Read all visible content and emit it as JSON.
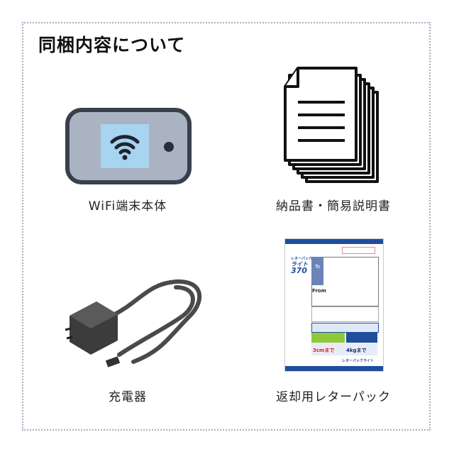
{
  "title": "同梱内容について",
  "items": [
    {
      "label": "WiFi端末本体",
      "icon": "wifi-device"
    },
    {
      "label": "納品書・簡易説明書",
      "icon": "documents"
    },
    {
      "label": "充電器",
      "icon": "charger"
    },
    {
      "label": "返却用レターパック",
      "icon": "letter-pack"
    }
  ],
  "letter_pack": {
    "brand": "レターパック",
    "name": "ライト",
    "price": "370",
    "to": "To",
    "from": "From",
    "thickness": "3cmまで",
    "weight": "4kgまで",
    "footer": "レターパックライト"
  },
  "colors": {
    "frame": "#a9adc0",
    "device_body": "#3a3f4c",
    "device_screen": "#a7d4ef",
    "pack_blue": "#1e4e9c"
  }
}
